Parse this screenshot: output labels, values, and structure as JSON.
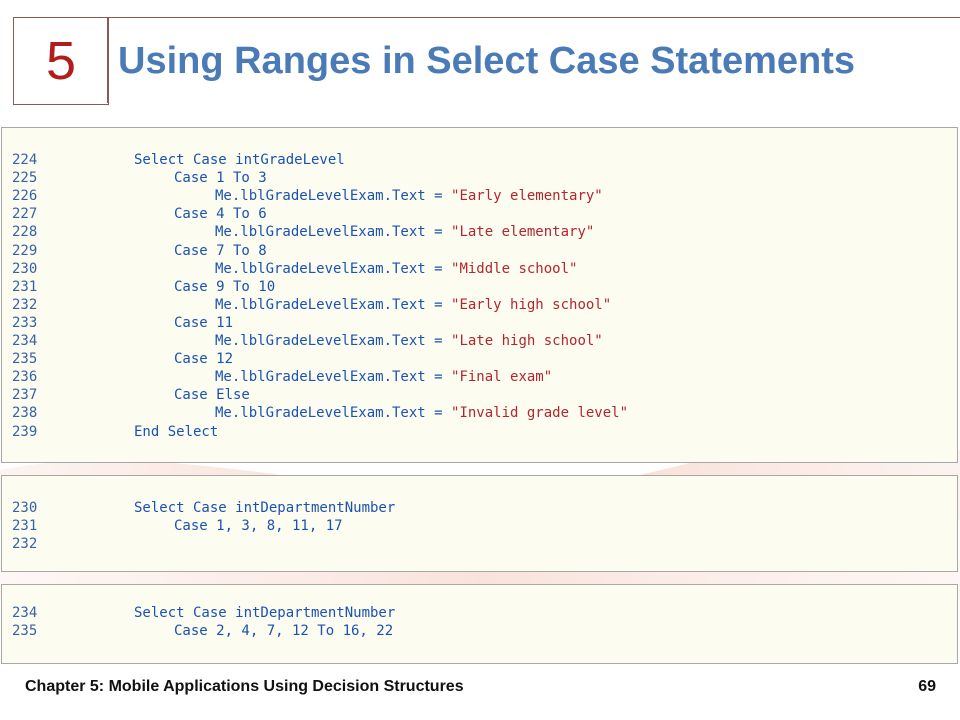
{
  "slide": {
    "chapter_number": "5",
    "title": "Using Ranges in Select Case Statements",
    "footer_text": "Chapter 5: Mobile Applications Using Decision Structures",
    "page_number": "69"
  },
  "colors": {
    "title": "#4a7bb7",
    "chapter_number": "#b11d1d",
    "line_number": "#3562a8",
    "code": "#1a52b2",
    "string": "#b2262e",
    "panel_background": "#fcfcf0"
  },
  "code_blocks": [
    {
      "lines": [
        {
          "num": "224",
          "indent": 1,
          "code": "Select Case intGradeLevel",
          "str": ""
        },
        {
          "num": "225",
          "indent": 2,
          "code": "Case 1 To 3",
          "str": ""
        },
        {
          "num": "226",
          "indent": 3,
          "code": "Me.lblGradeLevelExam.Text = ",
          "str": "\"Early elementary\""
        },
        {
          "num": "227",
          "indent": 2,
          "code": "Case 4 To 6",
          "str": ""
        },
        {
          "num": "228",
          "indent": 3,
          "code": "Me.lblGradeLevelExam.Text = ",
          "str": "\"Late elementary\""
        },
        {
          "num": "229",
          "indent": 2,
          "code": "Case 7 To 8",
          "str": ""
        },
        {
          "num": "230",
          "indent": 3,
          "code": "Me.lblGradeLevelExam.Text = ",
          "str": "\"Middle school\""
        },
        {
          "num": "231",
          "indent": 2,
          "code": "Case 9 To 10",
          "str": ""
        },
        {
          "num": "232",
          "indent": 3,
          "code": "Me.lblGradeLevelExam.Text = ",
          "str": "\"Early high school\""
        },
        {
          "num": "233",
          "indent": 2,
          "code": "Case 11",
          "str": ""
        },
        {
          "num": "234",
          "indent": 3,
          "code": "Me.lblGradeLevelExam.Text = ",
          "str": "\"Late high school\""
        },
        {
          "num": "235",
          "indent": 2,
          "code": "Case 12",
          "str": ""
        },
        {
          "num": "236",
          "indent": 3,
          "code": "Me.lblGradeLevelExam.Text = ",
          "str": "\"Final exam\""
        },
        {
          "num": "237",
          "indent": 2,
          "code": "Case Else",
          "str": ""
        },
        {
          "num": "238",
          "indent": 3,
          "code": "Me.lblGradeLevelExam.Text = ",
          "str": "\"Invalid grade level\""
        },
        {
          "num": "239",
          "indent": 1,
          "code": "End Select",
          "str": ""
        }
      ]
    },
    {
      "lines": [
        {
          "num": "230",
          "indent": 1,
          "code": "Select Case intDepartmentNumber",
          "str": ""
        },
        {
          "num": "231",
          "indent": 2,
          "code": "Case 1, 3, 8, 11, 17",
          "str": ""
        },
        {
          "num": "232",
          "indent": 0,
          "code": "",
          "str": ""
        }
      ]
    },
    {
      "lines": [
        {
          "num": "234",
          "indent": 1,
          "code": "Select Case intDepartmentNumber",
          "str": ""
        },
        {
          "num": "235",
          "indent": 2,
          "code": "Case 2, 4, 7, 12 To 16, 22",
          "str": ""
        }
      ]
    }
  ]
}
